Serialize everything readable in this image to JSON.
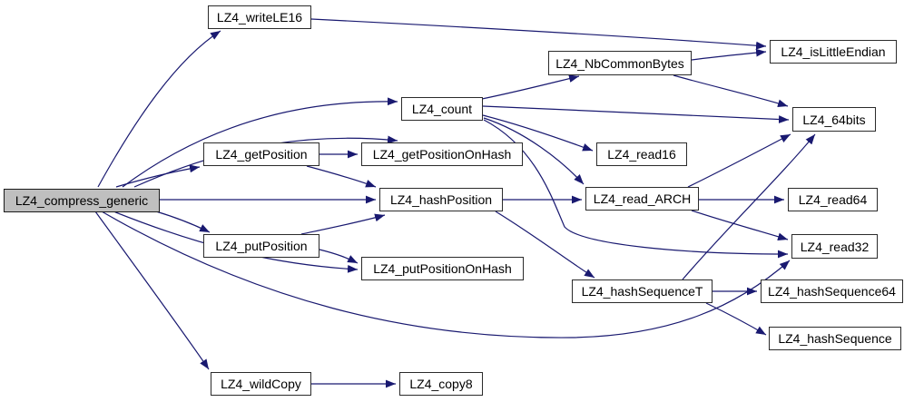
{
  "diagram": {
    "type": "call-graph",
    "root": "LZ4_compress_generic",
    "colors": {
      "edge": "#191970",
      "node_fill": "#ffffff",
      "root_fill": "#bfbfbf",
      "border": "#2b2b2b",
      "background": "#ffffff"
    },
    "nodes": [
      {
        "id": "LZ4_compress_generic",
        "label": "LZ4_compress_generic"
      },
      {
        "id": "LZ4_writeLE16",
        "label": "LZ4_writeLE16"
      },
      {
        "id": "LZ4_count",
        "label": "LZ4_count"
      },
      {
        "id": "LZ4_getPosition",
        "label": "LZ4_getPosition"
      },
      {
        "id": "LZ4_getPositionOnHash",
        "label": "LZ4_getPositionOnHash"
      },
      {
        "id": "LZ4_hashPosition",
        "label": "LZ4_hashPosition"
      },
      {
        "id": "LZ4_putPosition",
        "label": "LZ4_putPosition"
      },
      {
        "id": "LZ4_putPositionOnHash",
        "label": "LZ4_putPositionOnHash"
      },
      {
        "id": "LZ4_NbCommonBytes",
        "label": "LZ4_NbCommonBytes"
      },
      {
        "id": "LZ4_isLittleEndian",
        "label": "LZ4_isLittleEndian"
      },
      {
        "id": "LZ4_64bits",
        "label": "LZ4_64bits"
      },
      {
        "id": "LZ4_read16",
        "label": "LZ4_read16"
      },
      {
        "id": "LZ4_read_ARCH",
        "label": "LZ4_read_ARCH"
      },
      {
        "id": "LZ4_read64",
        "label": "LZ4_read64"
      },
      {
        "id": "LZ4_read32",
        "label": "LZ4_read32"
      },
      {
        "id": "LZ4_hashSequenceT",
        "label": "LZ4_hashSequenceT"
      },
      {
        "id": "LZ4_hashSequence64",
        "label": "LZ4_hashSequence64"
      },
      {
        "id": "LZ4_hashSequence",
        "label": "LZ4_hashSequence"
      },
      {
        "id": "LZ4_wildCopy",
        "label": "LZ4_wildCopy"
      },
      {
        "id": "LZ4_copy8",
        "label": "LZ4_copy8"
      }
    ],
    "edges": [
      {
        "from": "LZ4_compress_generic",
        "to": "LZ4_writeLE16"
      },
      {
        "from": "LZ4_compress_generic",
        "to": "LZ4_count"
      },
      {
        "from": "LZ4_compress_generic",
        "to": "LZ4_getPositionOnHash"
      },
      {
        "from": "LZ4_compress_generic",
        "to": "LZ4_getPosition"
      },
      {
        "from": "LZ4_compress_generic",
        "to": "LZ4_hashPosition"
      },
      {
        "from": "LZ4_compress_generic",
        "to": "LZ4_putPosition"
      },
      {
        "from": "LZ4_compress_generic",
        "to": "LZ4_putPositionOnHash"
      },
      {
        "from": "LZ4_compress_generic",
        "to": "LZ4_read32"
      },
      {
        "from": "LZ4_compress_generic",
        "to": "LZ4_wildCopy"
      },
      {
        "from": "LZ4_writeLE16",
        "to": "LZ4_isLittleEndian"
      },
      {
        "from": "LZ4_count",
        "to": "LZ4_NbCommonBytes"
      },
      {
        "from": "LZ4_count",
        "to": "LZ4_64bits"
      },
      {
        "from": "LZ4_count",
        "to": "LZ4_read16"
      },
      {
        "from": "LZ4_count",
        "to": "LZ4_read_ARCH"
      },
      {
        "from": "LZ4_count",
        "to": "LZ4_read32"
      },
      {
        "from": "LZ4_NbCommonBytes",
        "to": "LZ4_isLittleEndian"
      },
      {
        "from": "LZ4_NbCommonBytes",
        "to": "LZ4_64bits"
      },
      {
        "from": "LZ4_getPosition",
        "to": "LZ4_getPositionOnHash"
      },
      {
        "from": "LZ4_getPosition",
        "to": "LZ4_hashPosition"
      },
      {
        "from": "LZ4_hashPosition",
        "to": "LZ4_read_ARCH"
      },
      {
        "from": "LZ4_hashPosition",
        "to": "LZ4_hashSequenceT"
      },
      {
        "from": "LZ4_putPosition",
        "to": "LZ4_hashPosition"
      },
      {
        "from": "LZ4_putPosition",
        "to": "LZ4_putPositionOnHash"
      },
      {
        "from": "LZ4_read_ARCH",
        "to": "LZ4_64bits"
      },
      {
        "from": "LZ4_read_ARCH",
        "to": "LZ4_read64"
      },
      {
        "from": "LZ4_read_ARCH",
        "to": "LZ4_read32"
      },
      {
        "from": "LZ4_hashSequenceT",
        "to": "LZ4_64bits"
      },
      {
        "from": "LZ4_hashSequenceT",
        "to": "LZ4_hashSequence64"
      },
      {
        "from": "LZ4_hashSequenceT",
        "to": "LZ4_hashSequence"
      },
      {
        "from": "LZ4_wildCopy",
        "to": "LZ4_copy8"
      }
    ]
  }
}
